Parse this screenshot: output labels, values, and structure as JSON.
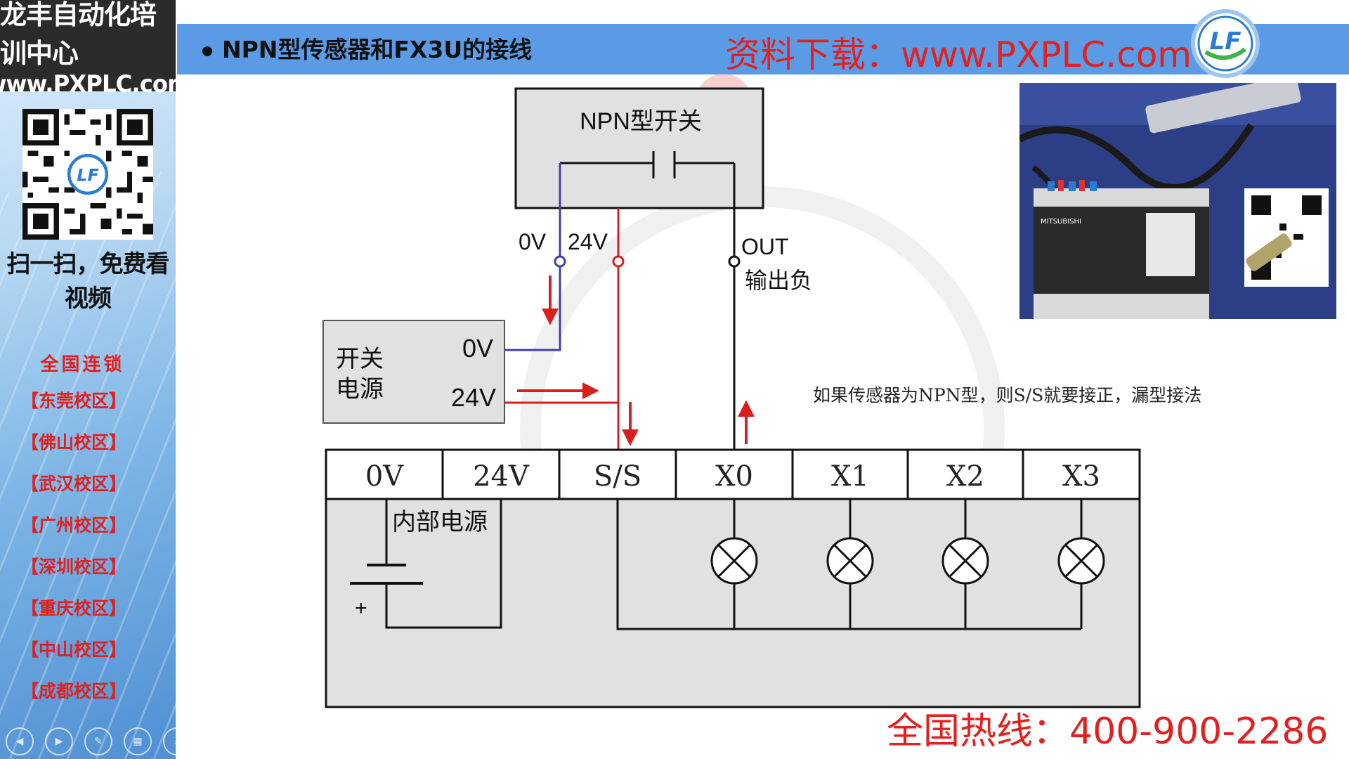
{
  "sidebar": {
    "brand_line1": "龙丰自动化培训中心",
    "brand_line2": "www.PXPLC.com",
    "qr_caption": "扫一扫，免费看视频",
    "campus_title": "全国连锁",
    "campuses": [
      "【东莞校区】",
      "【佛山校区】",
      "【武汉校区】",
      "【广州校区】",
      "【深圳校区】",
      "【重庆校区】",
      "【中山校区】",
      "【成都校区】"
    ]
  },
  "header": {
    "title": "NPN型传感器和FX3U的接线",
    "download": "资料下载：www.PXPLC.com",
    "logo_text": "LF"
  },
  "diagram": {
    "switch_title": "NPN型开关",
    "switch_0v": "0V",
    "switch_24v": "24V",
    "out_label": "OUT",
    "out_sub": "输出负",
    "psu_title_1": "开关",
    "psu_title_2": "电源",
    "psu_0v": "0V",
    "psu_24v": "24V",
    "terminals": [
      "0V",
      "24V",
      "S/S",
      "X0",
      "X1",
      "X2",
      "X3"
    ],
    "internal_power": "内部电源",
    "plus_sign": "+",
    "annotation": "如果传感器为NPN型，则S/S就要接正，漏型接法"
  },
  "footer": {
    "hotline": "全国热线：400-900-2286"
  },
  "colors": {
    "header_bar": "#5b9be6",
    "red": "#e0211f",
    "wire_blue": "#3f3fa8",
    "wire_red": "#d81e1e",
    "wire_black": "#111111"
  }
}
